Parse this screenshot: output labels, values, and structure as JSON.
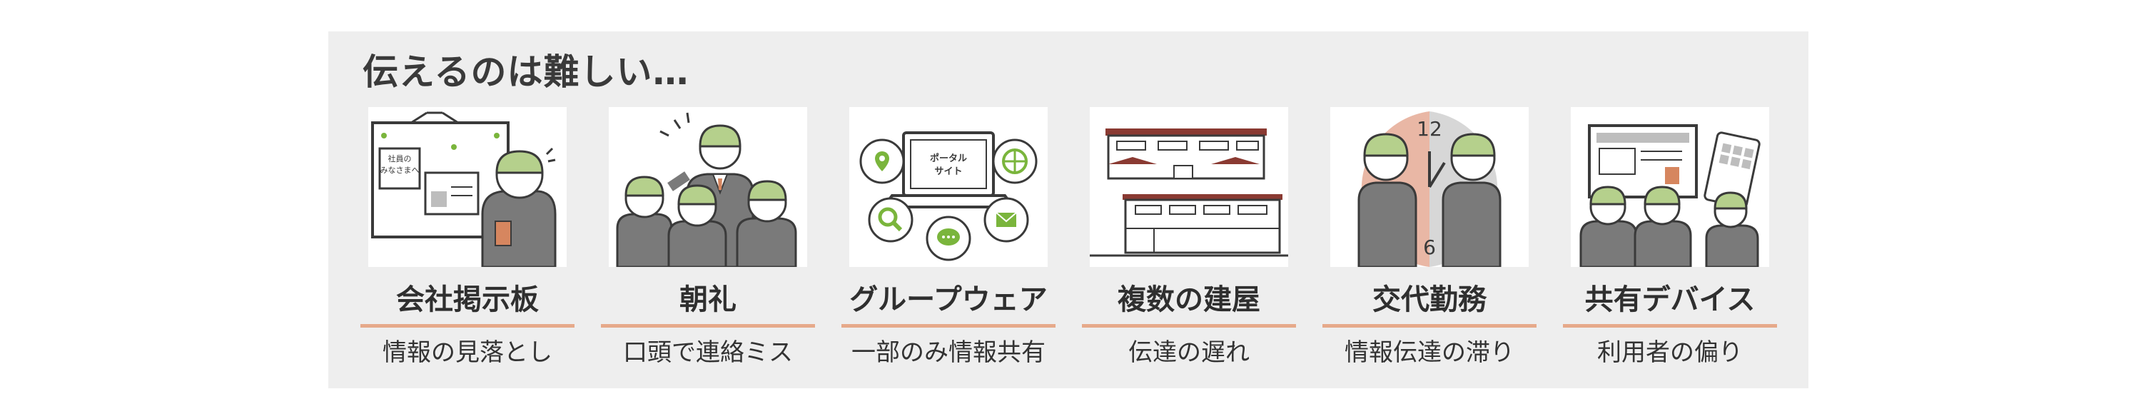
{
  "section": {
    "title": "伝えるのは難しい…",
    "cards": [
      {
        "title": "会社掲示板",
        "caption": "情報の見落とし",
        "illustration": "bulletin-board-icon",
        "notice_text_1": "社員の",
        "notice_text_2": "みなさまへ"
      },
      {
        "title": "朝礼",
        "caption": "口頭で連絡ミス",
        "illustration": "morning-meeting-icon"
      },
      {
        "title": "グループウェア",
        "caption": "一部のみ情報共有",
        "illustration": "groupware-icon",
        "laptop_text_1": "ポータル",
        "laptop_text_2": "サイト"
      },
      {
        "title": "複数の建屋",
        "caption": "伝達の遅れ",
        "illustration": "buildings-icon"
      },
      {
        "title": "交代勤務",
        "caption": "情報伝達の滞り",
        "illustration": "shift-work-icon",
        "clock_top": "12",
        "clock_bottom": "6"
      },
      {
        "title": "共有デバイス",
        "caption": "利用者の偏り",
        "illustration": "shared-device-icon"
      }
    ]
  },
  "colors": {
    "panel_bg": "#eeeeee",
    "underline": "#e6a98a",
    "helmet": "#b5d08c",
    "icon_green": "#7ab53c",
    "worker_gray": "#7a7a7a",
    "roof_red": "#8a3a32",
    "clock_face": "#e9b7a5"
  }
}
